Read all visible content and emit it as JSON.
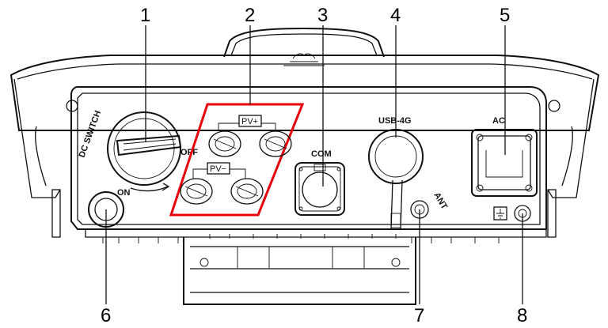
{
  "callouts": [
    "1",
    "2",
    "3",
    "4",
    "5",
    "6",
    "7",
    "8"
  ],
  "labels": {
    "dc_switch": "DC SWITCH",
    "off": "OFF",
    "on": "ON",
    "pv_plus": "PV+",
    "pv_minus": "PV−",
    "com": "COM",
    "usb_4g": "USB-4G",
    "ac": "AC",
    "ant": "ANT"
  },
  "colors": {
    "highlight": "#e8000b",
    "line": "#111111"
  },
  "icons": [
    "dc-switch-knob-icon",
    "ground-symbol-icon"
  ]
}
